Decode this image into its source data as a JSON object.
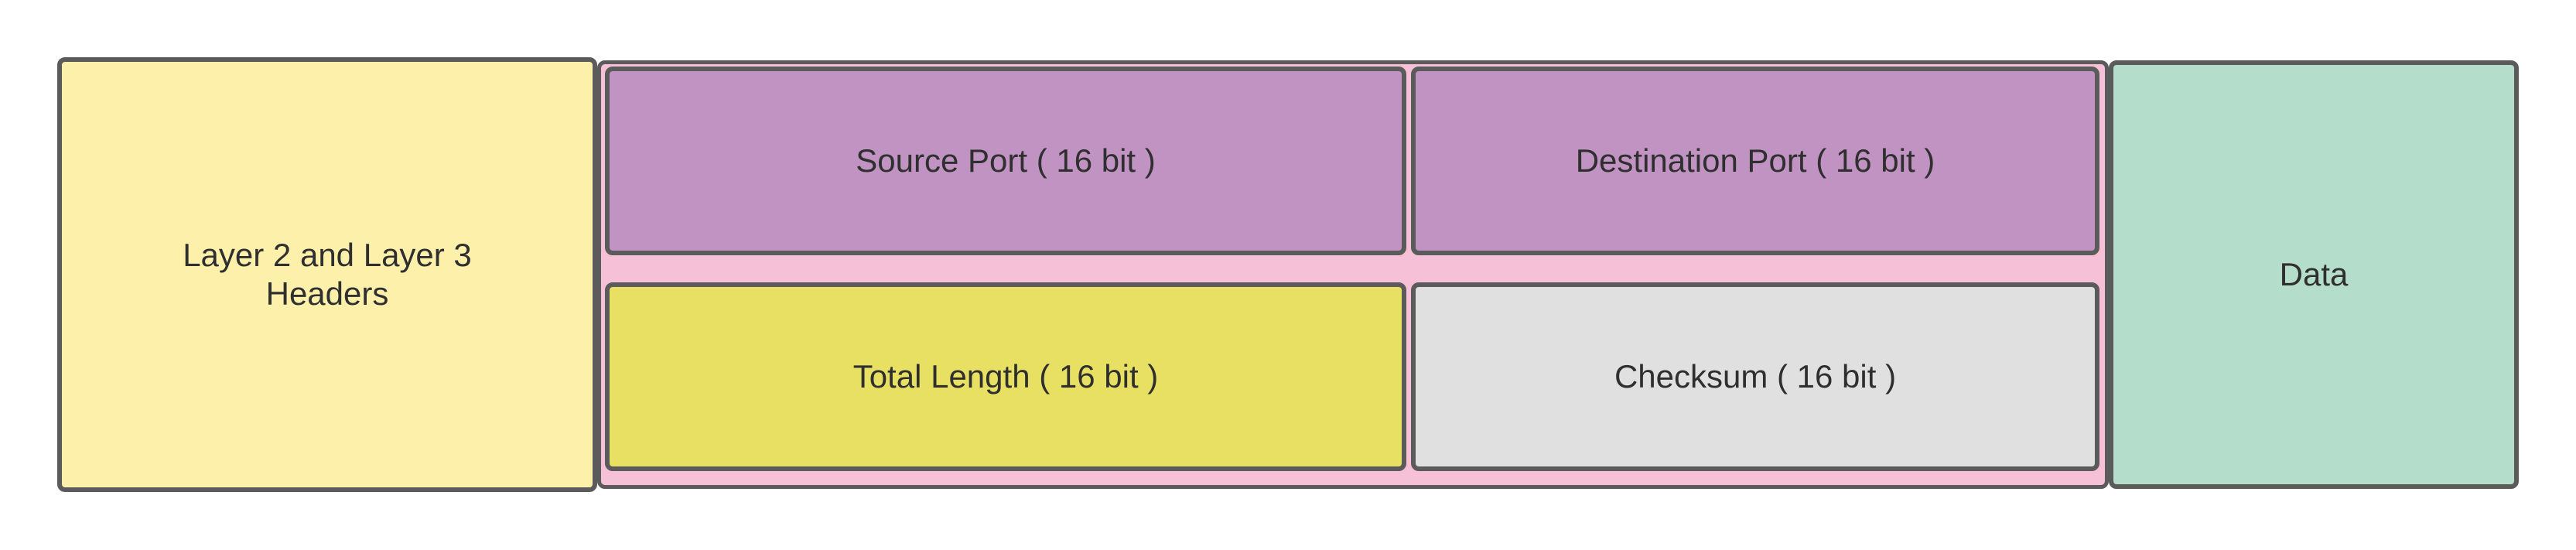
{
  "diagram": {
    "layer23": {
      "line1": "Layer 2 and Layer 3",
      "line2": "Headers",
      "color": "#fdf0aa"
    },
    "udp_header": {
      "color": "#f6c1d6",
      "source_port": {
        "label": "Source Port ( 16 bit )",
        "color": "#c093c2"
      },
      "destination_port": {
        "label": "Destination Port ( 16 bit )",
        "color": "#c093c2"
      },
      "total_length": {
        "label": "Total Length ( 16 bit )",
        "color": "#e8e063"
      },
      "checksum": {
        "label": "Checksum ( 16 bit )",
        "color": "#e1e0e0"
      }
    },
    "data": {
      "label": "Data",
      "color": "#b5ddcc"
    }
  }
}
